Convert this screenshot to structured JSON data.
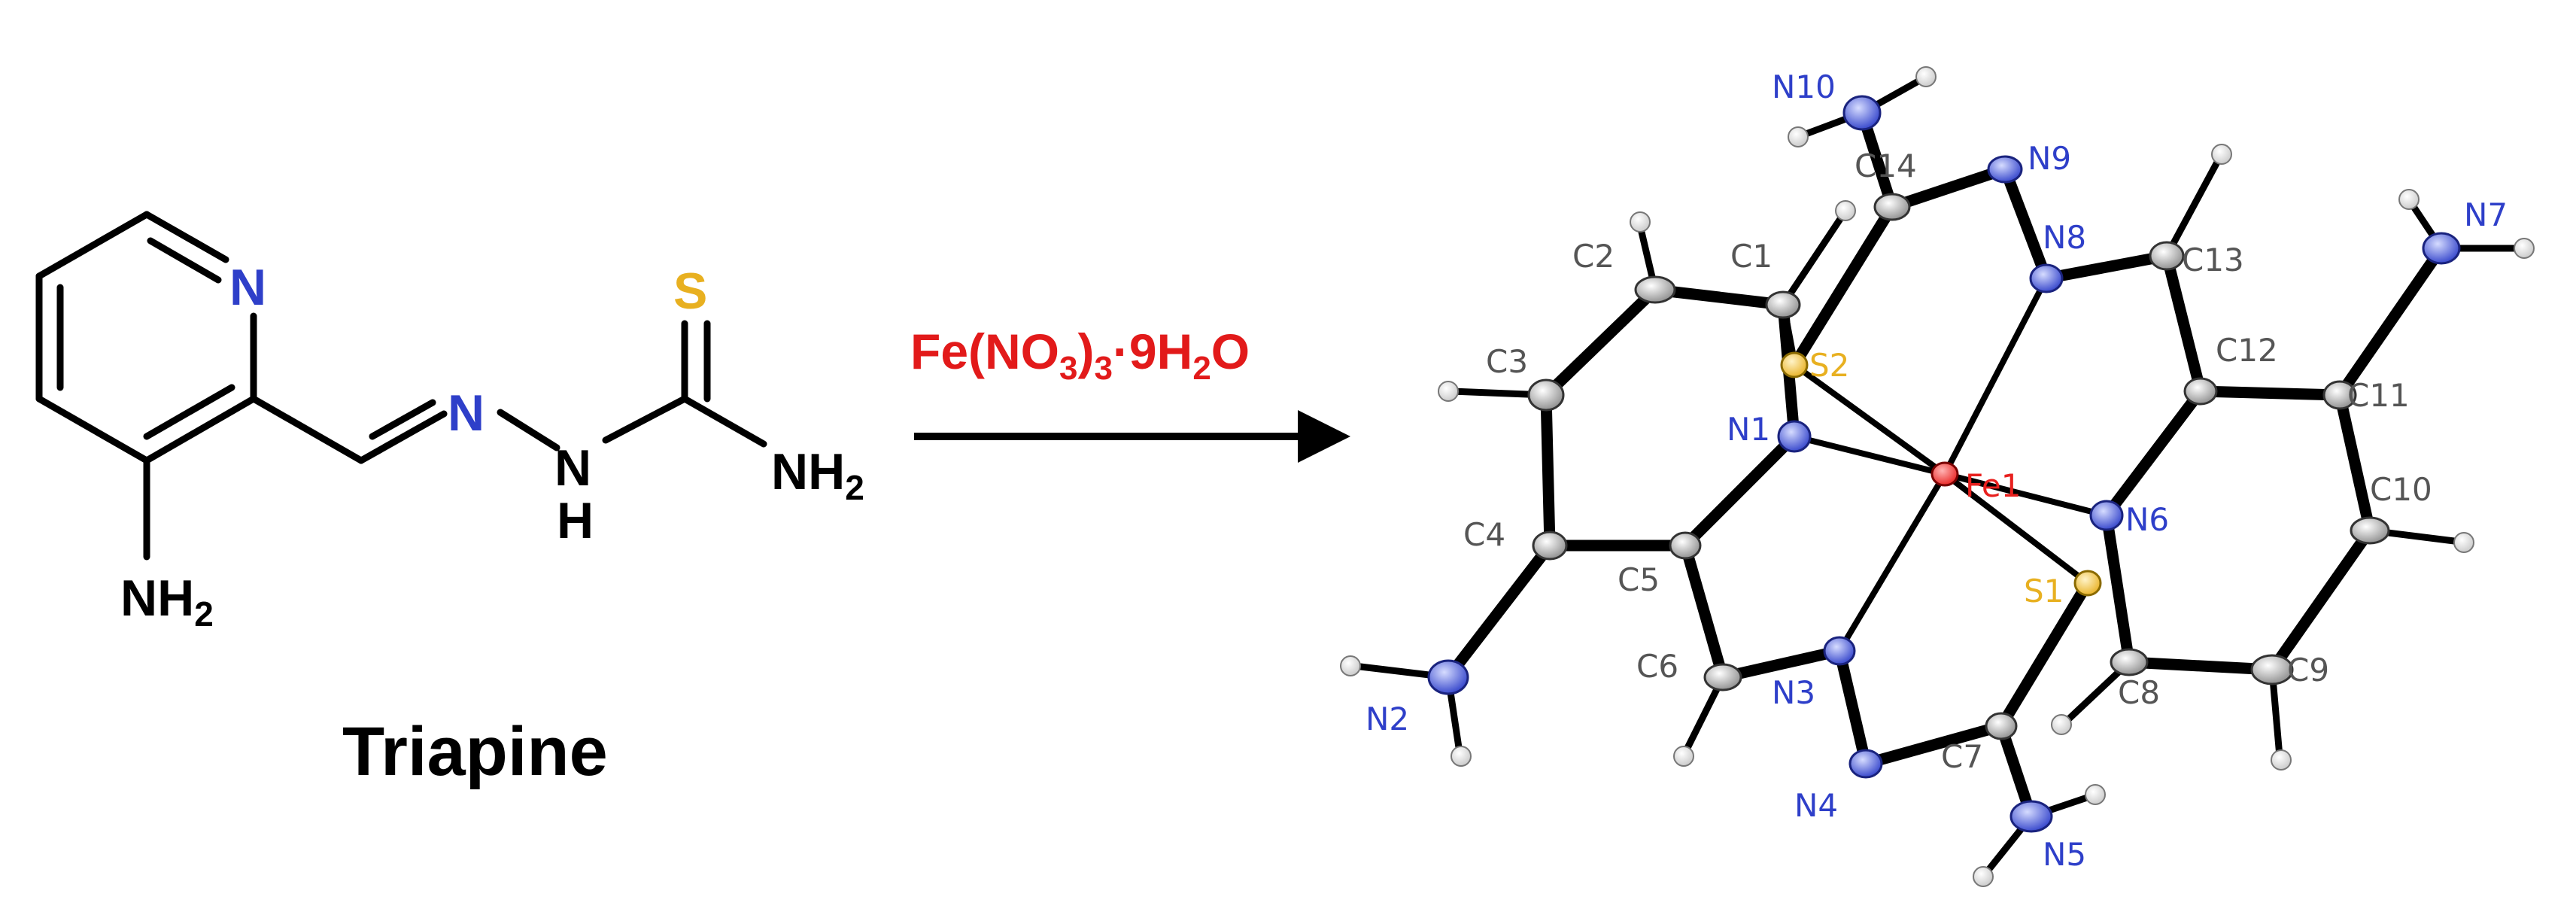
{
  "compound_name": "Triapine",
  "reagent": {
    "base": "Fe(NO",
    "sub1": "3",
    "mid": ")",
    "sub2": "3",
    "tail": "·9H",
    "sub3": "2",
    "end": "O"
  },
  "triapine_atoms": {
    "ring_n": "N",
    "s": "S",
    "imine_n": "N",
    "hydrazine_n": "N",
    "hydrazine_h": "H",
    "amide_nh": "NH",
    "amide_sub": "2",
    "amine_nh": "NH",
    "amine_sub": "2"
  },
  "complex_labels": {
    "fe1": "Fe1",
    "s1": "S1",
    "s2": "S2",
    "n1": "N1",
    "n2": "N2",
    "n3": "N3",
    "n4": "N4",
    "n5": "N5",
    "n6": "N6",
    "n7": "N7",
    "n8": "N8",
    "n9": "N9",
    "n10": "N10",
    "c1": "C1",
    "c2": "C2",
    "c3": "C3",
    "c4": "C4",
    "c5": "C5",
    "c6": "C6",
    "c7": "C7",
    "c8": "C8",
    "c9": "C9",
    "c10": "C10",
    "c11": "C11",
    "c12": "C12",
    "c13": "C13",
    "c14": "C14"
  },
  "colors": {
    "nitrogen": "#2e3fc9",
    "sulfur": "#e8b020",
    "iron": "#e8201e",
    "carbon_label": "#555555",
    "reagent": "#e21a1a",
    "bond": "#000000"
  }
}
